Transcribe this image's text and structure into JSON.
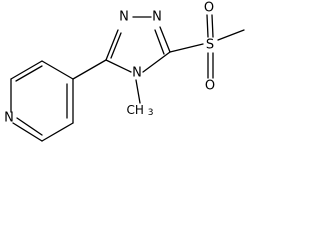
{
  "molecule": {
    "atoms": {
      "ring_n1": "N",
      "ring_n2": "N",
      "ring_n4": "N",
      "methyl": "CH3",
      "sulfur": "S",
      "oxygen_top": "O",
      "oxygen_bottom": "O",
      "pyridine_n": "N"
    }
  },
  "colors": {
    "bond": "#000000",
    "label": "#000000",
    "background": "#ffffff"
  }
}
